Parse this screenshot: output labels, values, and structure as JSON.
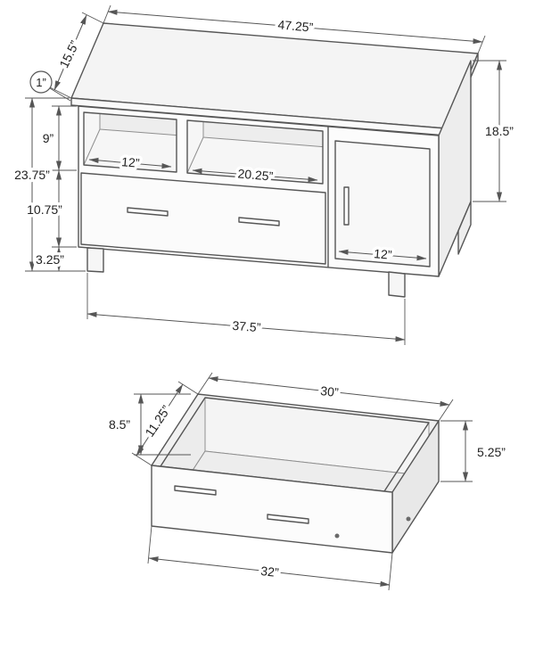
{
  "stand": {
    "label_width": "47.25”",
    "label_depth": "15.5”",
    "label_top_thickness": "1”",
    "label_total_height": "23.75”",
    "label_shelf_height": "9”",
    "label_shelf_left_width": "12”",
    "label_shelf_right_width": "20.25”",
    "label_drawer_height": "10.75”",
    "label_leg_height": "3.25”",
    "label_base_width": "37.5”",
    "label_side_height": "18.5”",
    "label_door_width": "12”"
  },
  "drawer": {
    "label_depth": "11.25”",
    "label_top_width": "30”",
    "label_height": "8.5”",
    "label_bottom_width": "32”",
    "label_side_height": "5.25”"
  }
}
